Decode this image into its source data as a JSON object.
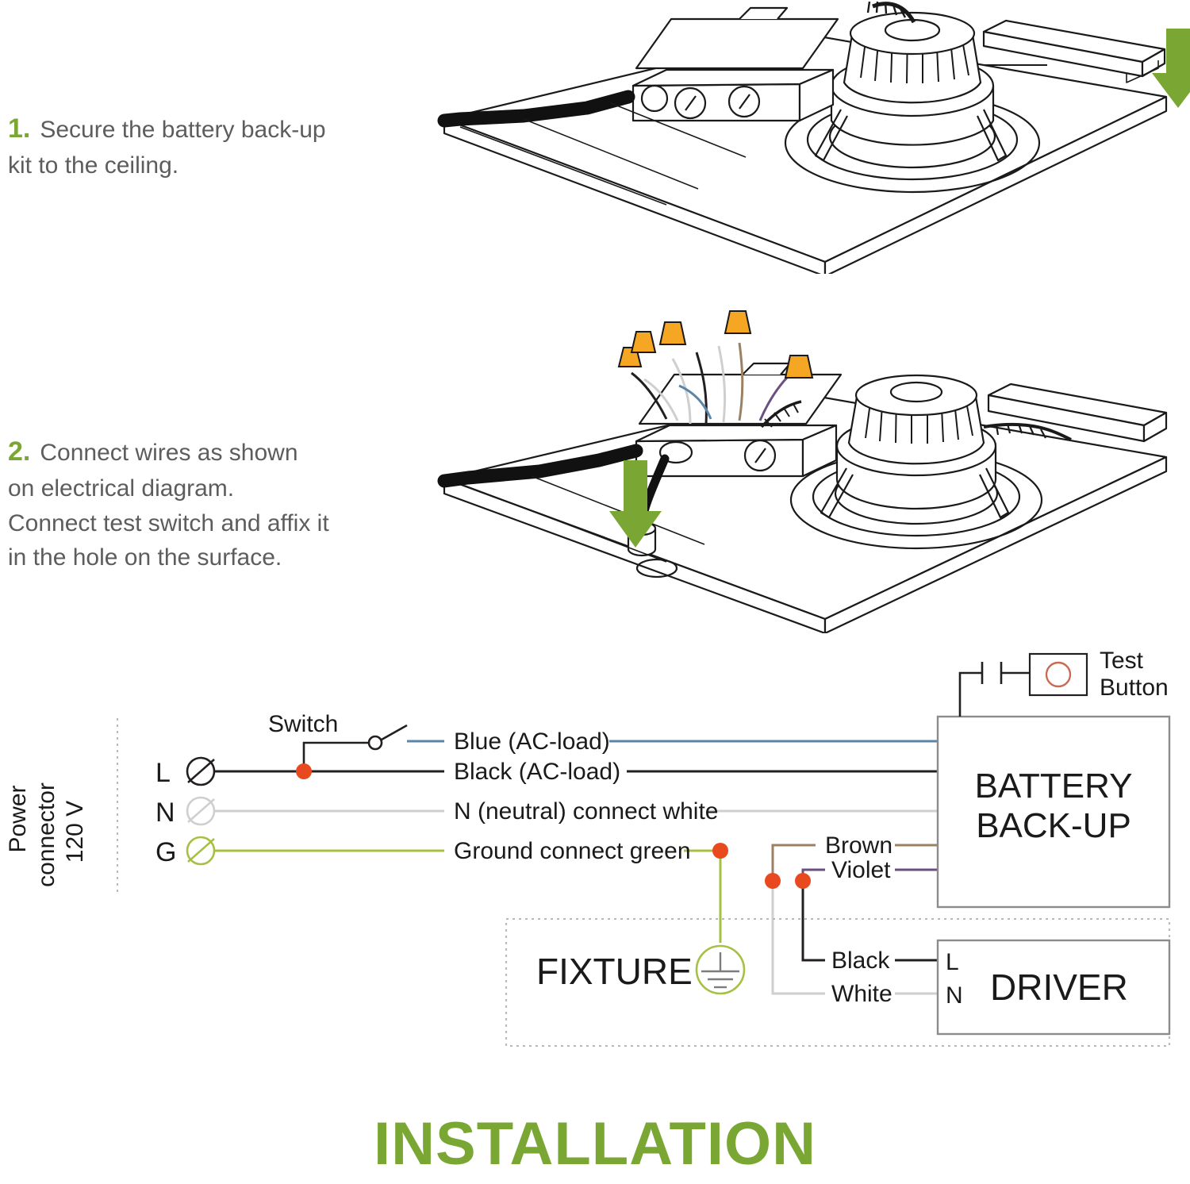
{
  "title": "INSTALLATION",
  "steps": [
    {
      "number": "1.",
      "line1": "Secure the battery back-up",
      "line2": "kit to the ceiling.",
      "line3": "",
      "line4": ""
    },
    {
      "number": "2.",
      "line1": "Connect wires as shown",
      "line2": "on electrical diagram.",
      "line3": "Connect test switch and affix it",
      "line4": "in the hole on the surface."
    }
  ],
  "diagram": {
    "power_connector_label_line1": "Power",
    "power_connector_label_line2": "connector",
    "voltage_label": "120 V",
    "terminals": [
      "L",
      "N",
      "G"
    ],
    "switch_label": "Switch",
    "wires": [
      {
        "label": "Blue (AC-load)",
        "color": "#5b86a8"
      },
      {
        "label": "Black (AC-load)",
        "color": "#231f20"
      },
      {
        "label": "N (neutral) connect white",
        "color": "#c9c9c9"
      },
      {
        "label": "Ground connect green",
        "color": "#a6c044"
      }
    ],
    "driver_wires": [
      {
        "label": "Brown",
        "color": "#9c8063"
      },
      {
        "label": "Violet",
        "color": "#6b4f80"
      },
      {
        "label": "Black",
        "color": "#231f20"
      },
      {
        "label": "White",
        "color": "#c9c9c9"
      }
    ],
    "test_button_line1": "Test",
    "test_button_line2": "Button",
    "battery_box_line1": "BATTERY",
    "battery_box_line2": "BACK-UP",
    "fixture_label": "FIXTURE",
    "driver_label": "DRIVER",
    "driver_terminals": [
      "L",
      "N"
    ],
    "junction_dot_color": "#e8491e",
    "accent_green": "#7aa734",
    "line_green": "#a6c044"
  },
  "illustrations": {
    "arrow_color": "#7aa734",
    "wirenut_color": "#f5a623",
    "step1_caption": "ceiling-with-downlight-and-battery-kit",
    "step2_caption": "wire-connections-and-test-switch"
  }
}
